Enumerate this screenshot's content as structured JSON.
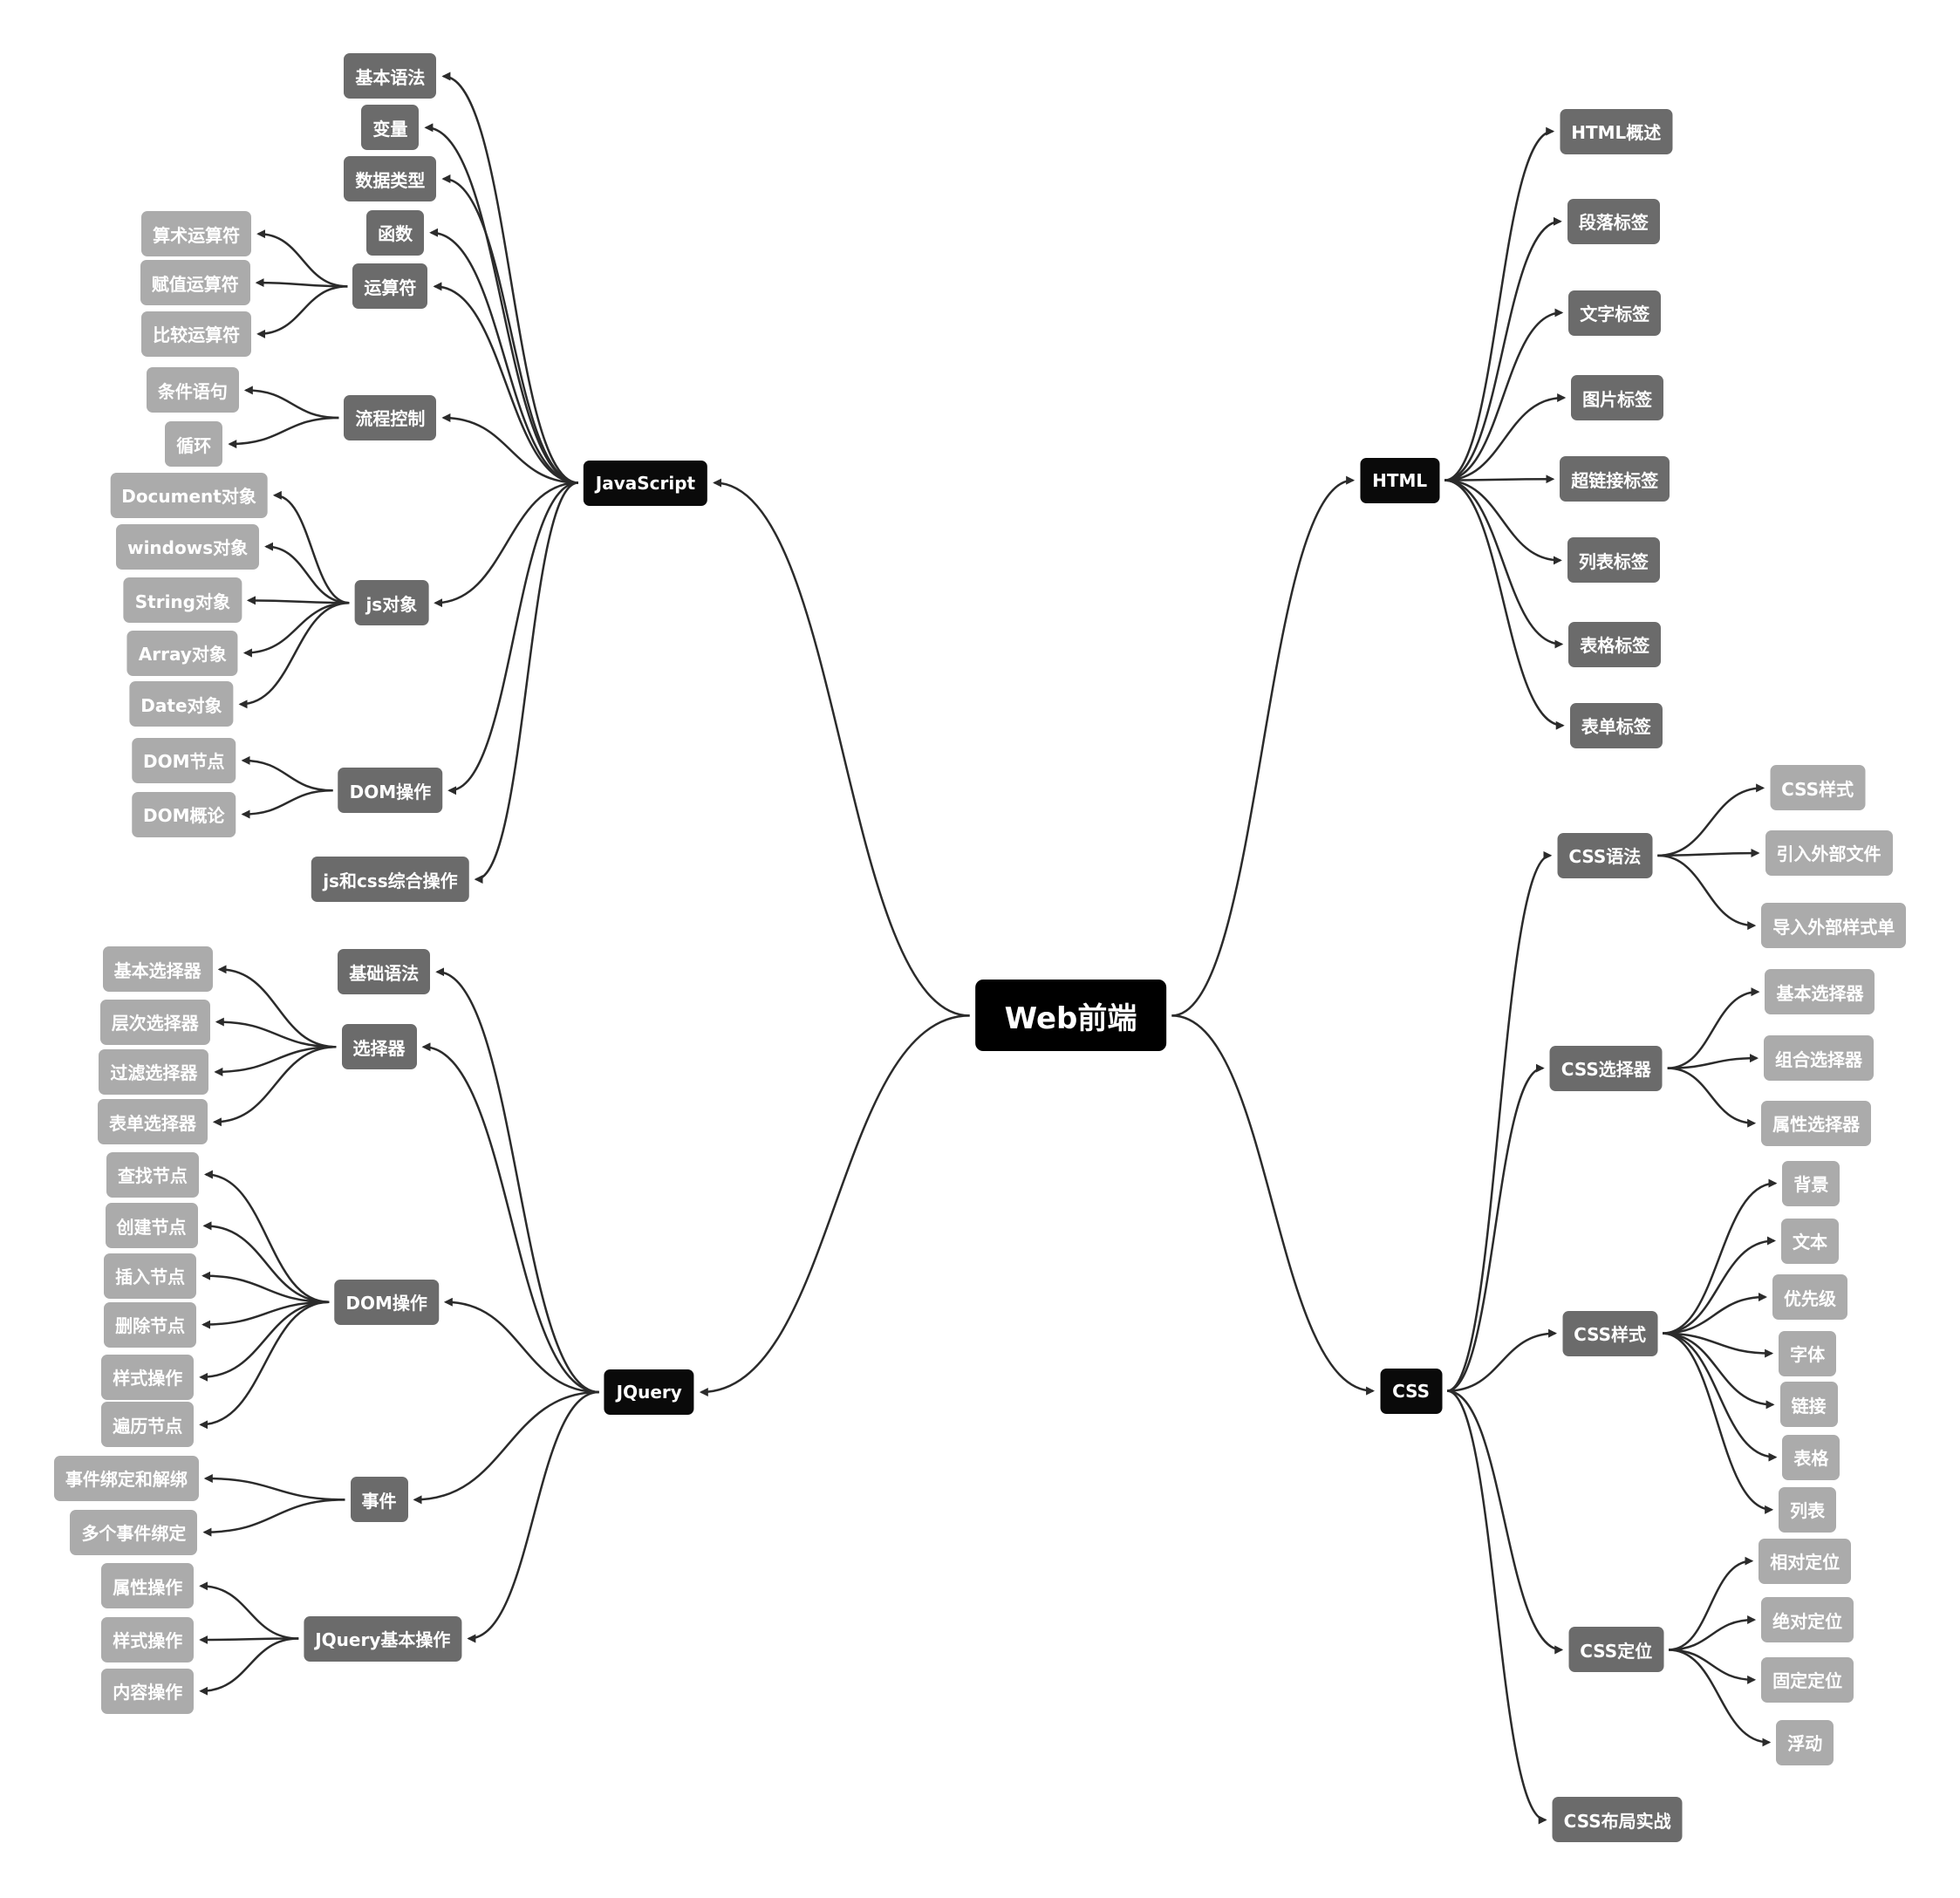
{
  "title": "Web前端",
  "branches": [
    {
      "label": "JavaScript",
      "children": [
        {
          "label": "基本语法"
        },
        {
          "label": "变量"
        },
        {
          "label": "数据类型"
        },
        {
          "label": "函数"
        },
        {
          "label": "运算符",
          "children": [
            {
              "label": "算术运算符"
            },
            {
              "label": "赋值运算符"
            },
            {
              "label": "比较运算符"
            }
          ]
        },
        {
          "label": "流程控制",
          "children": [
            {
              "label": "条件语句"
            },
            {
              "label": "循环"
            }
          ]
        },
        {
          "label": "js对象",
          "children": [
            {
              "label": "Document对象"
            },
            {
              "label": "windows对象"
            },
            {
              "label": "String对象"
            },
            {
              "label": "Array对象"
            },
            {
              "label": "Date对象"
            }
          ]
        },
        {
          "label": "DOM操作",
          "children": [
            {
              "label": "DOM节点"
            },
            {
              "label": "DOM概论"
            }
          ]
        },
        {
          "label": "js和css综合操作"
        }
      ]
    },
    {
      "label": "HTML",
      "children": [
        {
          "label": "HTML概述"
        },
        {
          "label": "段落标签"
        },
        {
          "label": "文字标签"
        },
        {
          "label": "图片标签"
        },
        {
          "label": "超链接标签"
        },
        {
          "label": "列表标签"
        },
        {
          "label": "表格标签"
        },
        {
          "label": "表单标签"
        }
      ]
    },
    {
      "label": "JQuery",
      "children": [
        {
          "label": "基础语法"
        },
        {
          "label": "选择器",
          "children": [
            {
              "label": "基本选择器"
            },
            {
              "label": "层次选择器"
            },
            {
              "label": "过滤选择器"
            },
            {
              "label": "表单选择器"
            }
          ]
        },
        {
          "label": "DOM操作",
          "children": [
            {
              "label": "查找节点"
            },
            {
              "label": "创建节点"
            },
            {
              "label": "插入节点"
            },
            {
              "label": "删除节点"
            },
            {
              "label": "样式操作"
            },
            {
              "label": "遍历节点"
            }
          ]
        },
        {
          "label": "事件",
          "children": [
            {
              "label": "事件绑定和解绑"
            },
            {
              "label": "多个事件绑定"
            }
          ]
        },
        {
          "label": "JQuery基本操作",
          "children": [
            {
              "label": "属性操作"
            },
            {
              "label": "样式操作"
            },
            {
              "label": "内容操作"
            }
          ]
        }
      ]
    },
    {
      "label": "CSS",
      "children": [
        {
          "label": "CSS语法",
          "children": [
            {
              "label": "CSS样式"
            },
            {
              "label": "引入外部文件"
            },
            {
              "label": "导入外部样式单"
            }
          ]
        },
        {
          "label": "CSS选择器",
          "children": [
            {
              "label": "基本选择器"
            },
            {
              "label": "组合选择器"
            },
            {
              "label": "属性选择器"
            }
          ]
        },
        {
          "label": "CSS样式",
          "children": [
            {
              "label": "背景"
            },
            {
              "label": "文本"
            },
            {
              "label": "优先级"
            },
            {
              "label": "字体"
            },
            {
              "label": "链接"
            },
            {
              "label": "表格"
            },
            {
              "label": "列表"
            }
          ]
        },
        {
          "label": "CSS定位",
          "children": [
            {
              "label": "相对定位"
            },
            {
              "label": "绝对定位"
            },
            {
              "label": "固定定位"
            },
            {
              "label": "浮动"
            }
          ]
        },
        {
          "label": "CSS布局实战"
        }
      ]
    }
  ],
  "colors": {
    "root": "#000000",
    "main": "#0a0a0a",
    "sub": "#6b6b6b",
    "leaf": "#ababab",
    "line": "#2b2b2b"
  }
}
